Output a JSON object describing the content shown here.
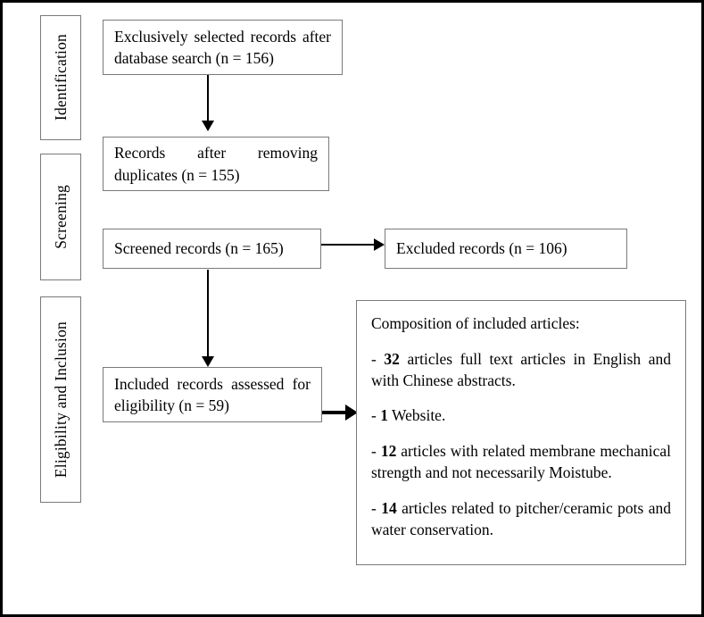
{
  "diagram": {
    "type": "prisma-flow-diagram",
    "border_color": "#000000",
    "box_border_color": "#7a7a7a",
    "text_color": "#000000",
    "background": "#ffffff"
  },
  "stages": [
    {
      "id": "identification",
      "label": "Identification"
    },
    {
      "id": "screening",
      "label": "Screening"
    },
    {
      "id": "eligibility-inclusion",
      "label": "Eligibility and Inclusion"
    }
  ],
  "nodes": {
    "identified_records": {
      "text": "Exclusively selected records after database search (n = 156)",
      "n": 156
    },
    "after_duplicates": {
      "text": "Records after removing duplicates (n = 155)",
      "n": 155
    },
    "screened_records": {
      "text": "Screened records (n = 165)",
      "n": 165
    },
    "excluded_records": {
      "text": "Excluded records (n = 106)",
      "n": 106
    },
    "included_records": {
      "text": "Included records assessed for eligibility (n = 59)",
      "n": 59
    }
  },
  "composition": {
    "heading": "Composition of included articles:",
    "items": [
      {
        "dash": "-",
        "count": "32",
        "text": " articles full text articles in English and with Chinese abstracts."
      },
      {
        "dash": "-",
        "count": "1",
        "text": " Website."
      },
      {
        "dash": "-",
        "count": "12",
        "text": " articles with related membrane mechanical strength and not necessarily Moistube."
      },
      {
        "dash": "-",
        "count": "14",
        "text": " articles related to pitcher/ceramic pots and water conservation."
      }
    ]
  },
  "connectors": [
    {
      "id": "identified-to-duplicates",
      "direction": "down"
    },
    {
      "id": "screened-to-included",
      "direction": "down"
    },
    {
      "id": "screened-to-excluded",
      "direction": "right"
    },
    {
      "id": "included-to-composition",
      "direction": "right"
    }
  ]
}
